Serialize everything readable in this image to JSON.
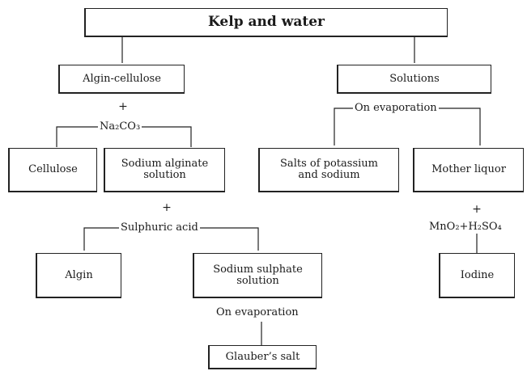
{
  "nodes": {
    "kelp_and_water": "Kelp and water",
    "algin_cellulose": "Algin-cellulose",
    "solutions": "Solutions",
    "cellulose": "Cellulose",
    "sodium_alginate_solution": "Sodium alginate\nsolution",
    "salts_potassium_sodium": "Salts of potassium\nand sodium",
    "mother_liquor": "Mother liquor",
    "algin": "Algin",
    "sodium_sulphate_solution": "Sodium sulphate\nsolution",
    "iodine": "Iodine",
    "glaubers_salt": "Glauber’s salt"
  },
  "reagents": {
    "plus": "+",
    "na2co3": "Na₂CO₃",
    "sulphuric_acid": "Sulphuric acid",
    "mno2_h2so4": "MnO₂+H₂SO₄",
    "on_evaporation_top": "On evaporation",
    "on_evaporation_bottom": "On evaporation"
  }
}
